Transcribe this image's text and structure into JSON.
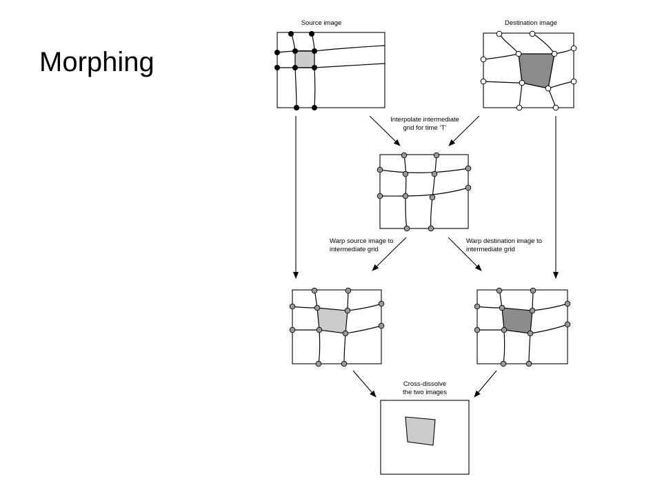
{
  "slide": {
    "title": "Morphing"
  },
  "diagram": {
    "labels": {
      "source": "Source image",
      "destination": "Destination image",
      "interpolate_line1": "Interpolate intermediate",
      "interpolate_line2": "grid for time ‘T’",
      "warp_source_line1": "Warp source image to",
      "warp_source_line2": "intermediate grid",
      "warp_dest_line1": "Warp destination image to",
      "warp_dest_line2": "intermediate grid",
      "cross_line1": "Cross-dissolve",
      "cross_line2": "the two images"
    },
    "colors": {
      "source_cell": "#cccccc",
      "destination_cell": "#8c8c8c",
      "grid_point_intermediate": "#9a9a9a",
      "result_cell": "#cccccc"
    }
  }
}
